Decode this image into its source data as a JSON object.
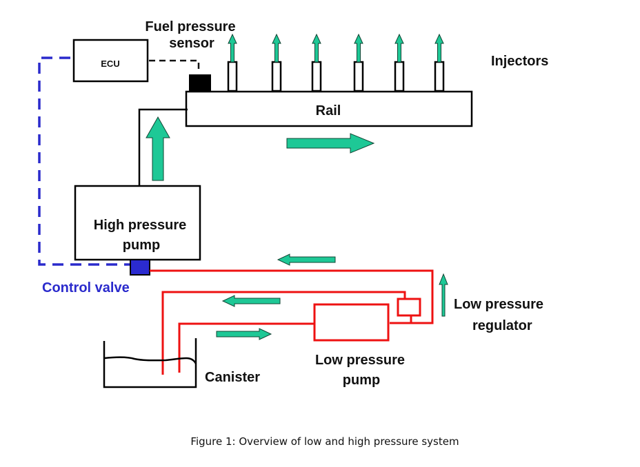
{
  "diagram": {
    "title": "Overview of low and high pressure system",
    "caption": "Figure 1: Overview of low and high pressure system",
    "colors": {
      "flow_arrow": "#1ec896",
      "low_pressure_line": "#ee1111",
      "control_signal": "#2a2acc",
      "sensor_signal": "#111111",
      "control_valve": "#2b2bd0",
      "sensor_block": "#000000"
    },
    "labels": {
      "ecu": "ECU",
      "fuel_pressure_sensor_line1": "Fuel pressure",
      "fuel_pressure_sensor_line2": "sensor",
      "injectors": "Injectors",
      "rail": "Rail",
      "high_pressure_pump_line1": "High pressure",
      "high_pressure_pump_line2": "pump",
      "control_valve": "Control valve",
      "low_pressure_regulator_line1": "Low pressure",
      "low_pressure_regulator_line2": "regulator",
      "low_pressure_pump_line1": "Low pressure",
      "low_pressure_pump_line2": "pump",
      "canister": "Canister"
    },
    "injector_count": 6,
    "nodes": [
      {
        "id": "ecu",
        "label": "ECU"
      },
      {
        "id": "fuel_pressure_sensor",
        "label": "Fuel pressure sensor"
      },
      {
        "id": "rail",
        "label": "Rail"
      },
      {
        "id": "injectors",
        "label": "Injectors"
      },
      {
        "id": "high_pressure_pump",
        "label": "High pressure pump"
      },
      {
        "id": "control_valve",
        "label": "Control valve"
      },
      {
        "id": "low_pressure_pump",
        "label": "Low pressure pump"
      },
      {
        "id": "low_pressure_regulator",
        "label": "Low pressure regulator"
      },
      {
        "id": "canister",
        "label": "Canister"
      }
    ],
    "edges": [
      {
        "from": "fuel_pressure_sensor",
        "to": "ecu",
        "style": "dashed-black"
      },
      {
        "from": "ecu",
        "to": "control_valve",
        "style": "dashed-blue"
      },
      {
        "from": "high_pressure_pump",
        "to": "rail",
        "style": "solid-black"
      },
      {
        "from": "rail",
        "to": "injectors",
        "style": "flow"
      },
      {
        "from": "canister",
        "to": "low_pressure_pump",
        "style": "solid-red"
      },
      {
        "from": "low_pressure_pump",
        "to": "control_valve",
        "style": "solid-red"
      },
      {
        "from": "low_pressure_regulator",
        "to": "canister",
        "style": "solid-red"
      }
    ]
  }
}
